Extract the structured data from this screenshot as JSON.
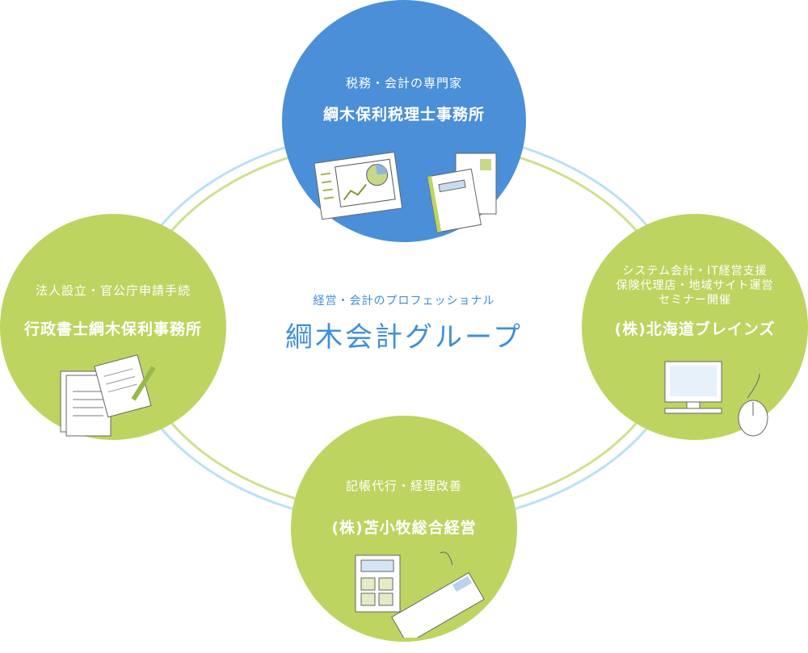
{
  "center": {
    "tagline": "経営・会計のプロフェッショナル",
    "title": "綱木会計グループ"
  },
  "nodes": [
    {
      "id": "tax",
      "subtitle": "税務・会計の専門家",
      "name": "綱木保利税理士事務所",
      "icon": "documents-chart-icon"
    },
    {
      "id": "admin",
      "subtitle": "法人設立・官公庁申請手続",
      "name": "行政書士綱木保利事務所",
      "icon": "papers-pencil-icon"
    },
    {
      "id": "it",
      "subtitle_lines": [
        "システム会計・IT経営支援",
        "保険代理店・地域サイト運営",
        "セミナー開催"
      ],
      "name": "(株)北海道ブレインズ",
      "icon": "computer-mouse-icon"
    },
    {
      "id": "bookkeeping",
      "subtitle": "記帳代行・経理改善",
      "name": "(株)苫小牧総合経営",
      "icon": "calculator-keyboard-icon"
    }
  ],
  "colors": {
    "blue": "#4a8fd8",
    "green": "#bdd460",
    "ring_blue": "#b9e1f5",
    "ring_green": "#cfe08e",
    "title": "#3f8fd8"
  }
}
